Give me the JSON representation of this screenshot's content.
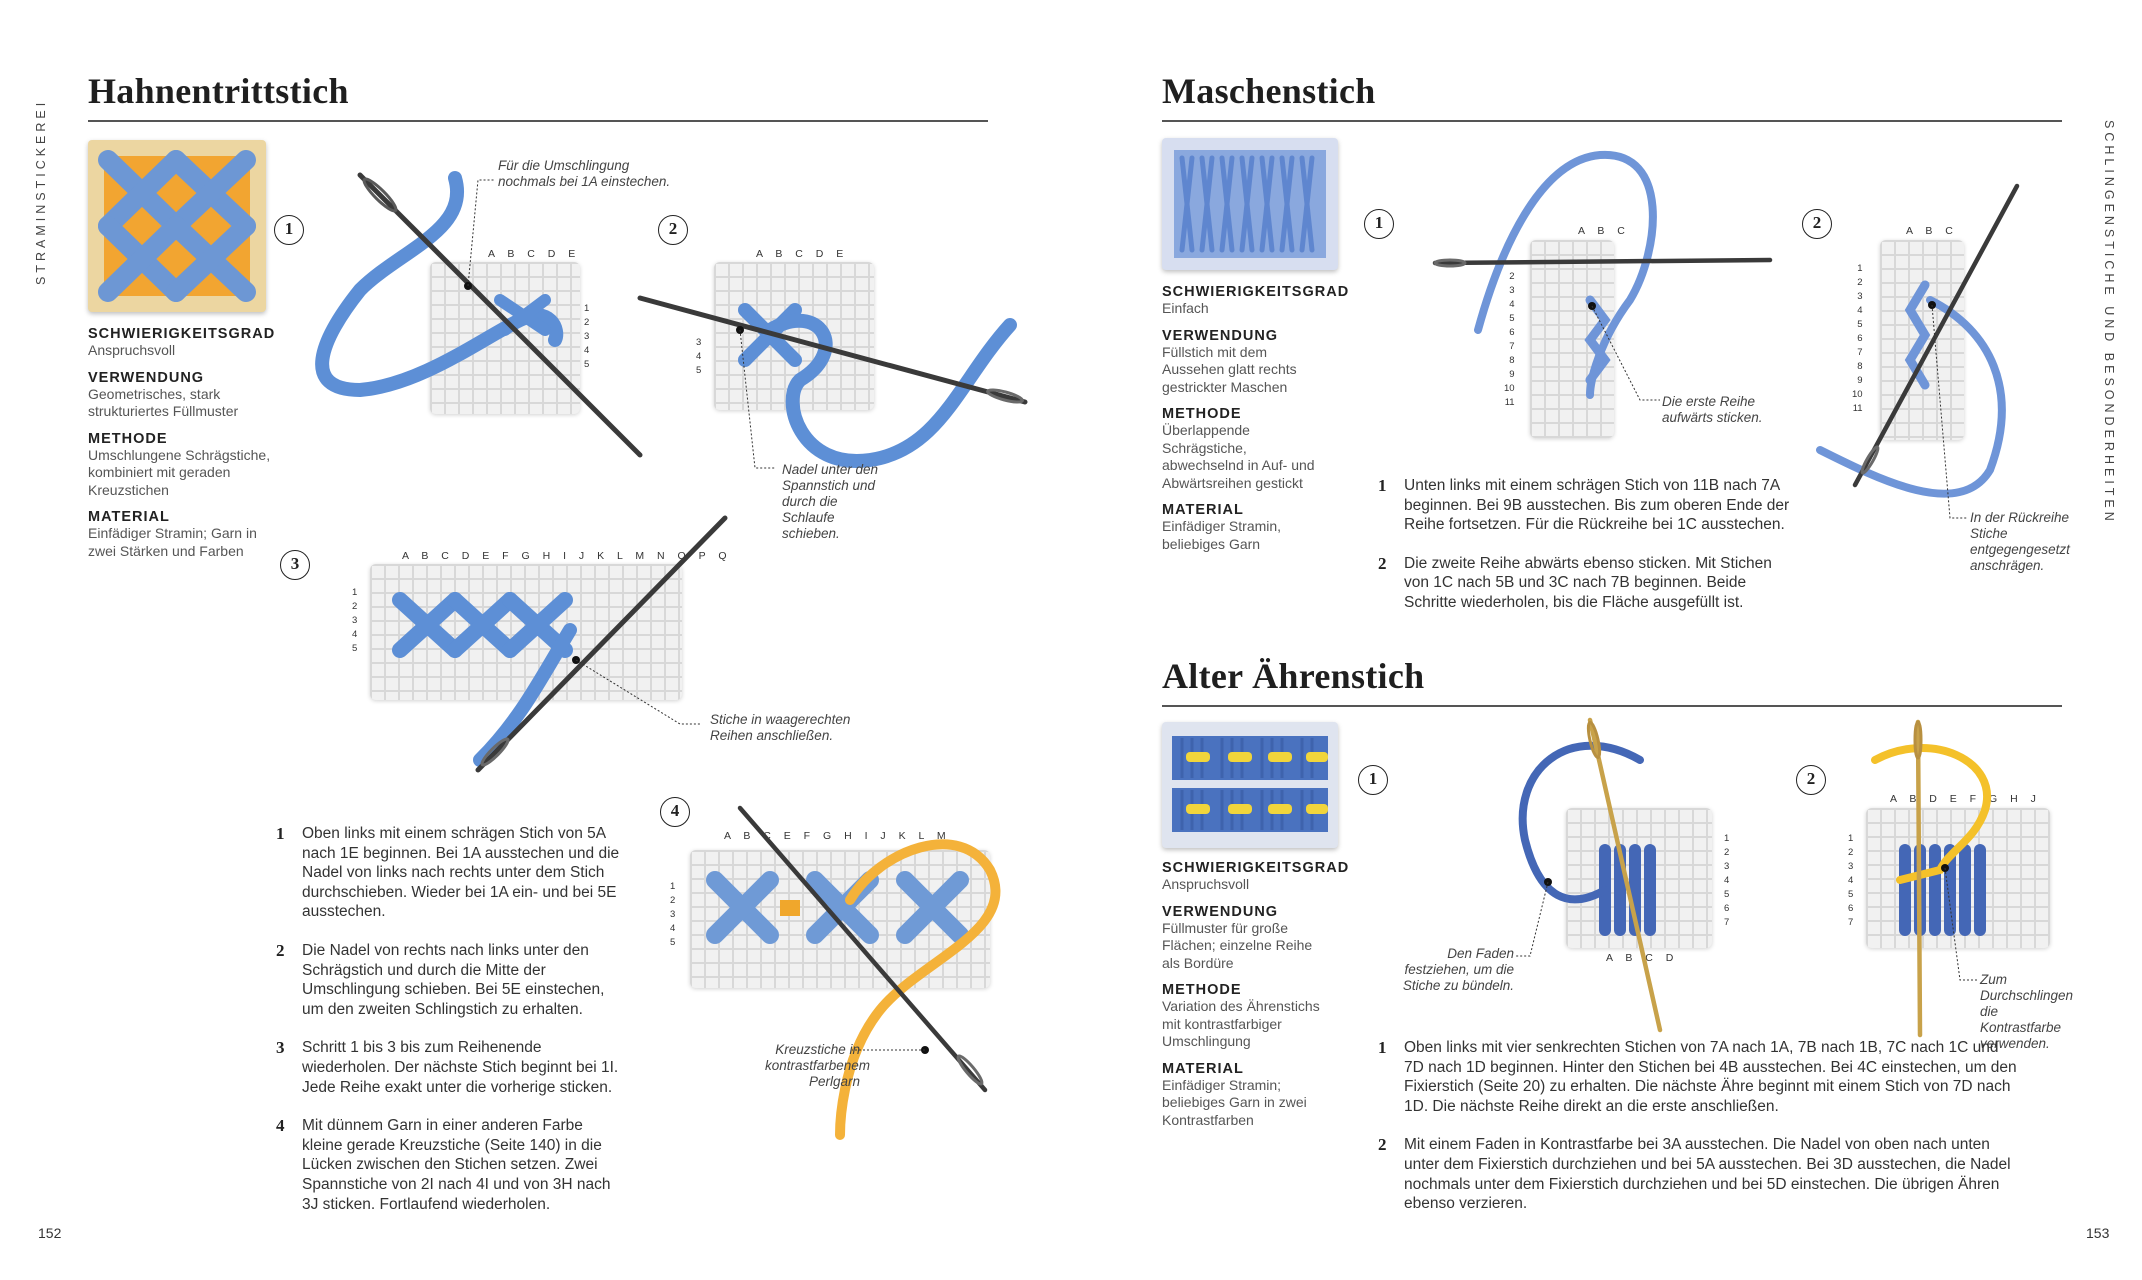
{
  "left": {
    "title": "Hahnentrittstich",
    "side_label": "STRAMINSTICKEREI",
    "page_number": "152",
    "info": {
      "difficulty_label": "SCHWIERIGKEITSGRAD",
      "difficulty": "Anspruchsvoll",
      "use_label": "VERWENDUNG",
      "use": "Geometrisches, stark strukturiertes Füllmuster",
      "method_label": "METHODE",
      "method": "Umschlungene Schrägstiche, kombiniert mit geraden Kreuzstichen",
      "material_label": "MATERIAL",
      "material": "Einfädiger Stramin; Garn in zwei Stärken und Farben"
    },
    "diagrams": [
      {
        "num": "1",
        "letters": "A B C D E",
        "rows": "1\n2\n3\n4\n5",
        "note": "Für die Umschlingung nochmals bei 1A einstechen."
      },
      {
        "num": "2",
        "letters": "A B C D E",
        "rows": "3\n4\n5",
        "note": "Nadel unter den Spannstich und durch die Schlaufe schieben."
      },
      {
        "num": "3",
        "letters": "A B C D E F G H I J K L M N O P Q",
        "rows": "1\n2\n3\n4\n5",
        "note": "Stiche in waagerechten Reihen anschließen."
      },
      {
        "num": "4",
        "letters": "A B C   E F G H I J K L M",
        "rows": "1\n2\n3\n4\n5",
        "note": "Kreuzstiche in kontrastfarbenem Perlgarn"
      }
    ],
    "steps": [
      {
        "num": "1",
        "text": "Oben links mit einem schrägen Stich von 5A nach 1E beginnen. Bei 1A ausstechen und die Nadel von links nach rechts unter dem Stich durchschieben. Wieder bei 1A ein- und bei 5E ausstechen."
      },
      {
        "num": "2",
        "text": "Die Nadel von rechts nach links unter den Schrägstich und durch die Mitte der Umschlingung schieben. Bei 5E einstechen, um den zweiten Schlingstich zu erhalten."
      },
      {
        "num": "3",
        "text": "Schritt 1 bis 3 bis zum Reihenende wiederholen. Der nächste Stich beginnt bei 1I. Jede Reihe exakt unter die vorherige sticken."
      },
      {
        "num": "4",
        "text": "Mit dünnem Garn in einer anderen Farbe kleine gerade Kreuzstiche (Seite 140) in die Lücken zwischen den Stichen setzen. Zwei Spannstiche von 2I nach 4I und von 3H nach 3J sticken. Fortlaufend wiederholen."
      }
    ]
  },
  "right": {
    "side_label": "SCHLINGENSTICHE UND BESONDERHEITEN",
    "page_number": "153",
    "sections": [
      {
        "title": "Maschenstich",
        "info": {
          "difficulty_label": "SCHWIERIGKEITSGRAD",
          "difficulty": "Einfach",
          "use_label": "VERWENDUNG",
          "use": "Füllstich mit dem Aussehen glatt rechts gestrickter Maschen",
          "method_label": "METHODE",
          "method": "Überlappende Schrägstiche, abwechselnd in Auf- und Abwärtsreihen gestickt",
          "material_label": "MATERIAL",
          "material": "Einfädiger Stramin, beliebiges Garn"
        },
        "diagrams": [
          {
            "num": "1",
            "letters": "A B C",
            "rows": "2\n3\n4\n5\n6\n7\n8\n9\n10\n11",
            "note": "Die erste Reihe aufwärts sticken."
          },
          {
            "num": "2",
            "letters": "A B C",
            "rows": "1\n2\n3\n4\n5\n6\n7\n8\n9\n10\n11",
            "note": "In der Rückreihe Stiche entgegengesetzt anschrägen."
          }
        ],
        "steps": [
          {
            "num": "1",
            "text": "Unten links mit einem schrägen Stich von 11B nach 7A beginnen. Bei 9B ausstechen. Bis zum oberen Ende der Reihe fortsetzen. Für die Rückreihe bei 1C ausstechen."
          },
          {
            "num": "2",
            "text": "Die zweite Reihe abwärts ebenso sticken. Mit Stichen von 1C nach 5B und 3C nach 7B beginnen. Beide Schritte wiederholen, bis die Fläche ausgefüllt ist."
          }
        ]
      },
      {
        "title": "Alter Ährenstich",
        "info": {
          "difficulty_label": "SCHWIERIGKEITSGRAD",
          "difficulty": "Anspruchsvoll",
          "use_label": "VERWENDUNG",
          "use": "Füllmuster für große Flächen; einzelne Reihe als Bordüre",
          "method_label": "METHODE",
          "method": "Variation des Ährenstichs mit kontrastfarbiger Umschlingung",
          "material_label": "MATERIAL",
          "material": "Einfädiger Stramin; beliebiges Garn in zwei Kontrastfarben"
        },
        "diagrams": [
          {
            "num": "1",
            "letters": "A B C D",
            "rows": "1\n2\n3\n4\n5\n6\n7",
            "note": "Den Faden festziehen, um die Stiche zu bündeln."
          },
          {
            "num": "2",
            "letters": "A B   D E F G H   J",
            "rows": "1\n2\n3\n4\n5\n6\n7",
            "note": "Zum Durchschlingen die Kontrastfarbe verwenden."
          }
        ],
        "steps": [
          {
            "num": "1",
            "text": "Oben links mit vier senkrechten Stichen von 7A nach 1A, 7B nach 1B, 7C nach 1C und 7D nach 1D beginnen. Hinter den Stichen bei 4B ausstechen. Bei 4C einstechen, um den Fixierstich (Seite 20) zu erhalten. Die nächste Ähre beginnt mit einem Stich von 7D nach 1D. Die nächste Reihe direkt an die erste anschließen."
          },
          {
            "num": "2",
            "text": "Mit einem Faden in Kontrastfarbe bei 3A ausstechen. Die Nadel von oben nach unten unter dem Fixierstich durchziehen und bei 5A ausstechen. Bei 3D ausstechen, die Nadel nochmals unter dem Fixierstich durchziehen und bei 5D einstechen. Die übrigen Ähren ebenso verzieren."
          }
        ]
      }
    ]
  },
  "colors": {
    "blue": "#6f9ad6",
    "dark_blue": "#3f62ad",
    "yellow": "#f0b43a",
    "text": "#333333",
    "rule": "#555555"
  }
}
